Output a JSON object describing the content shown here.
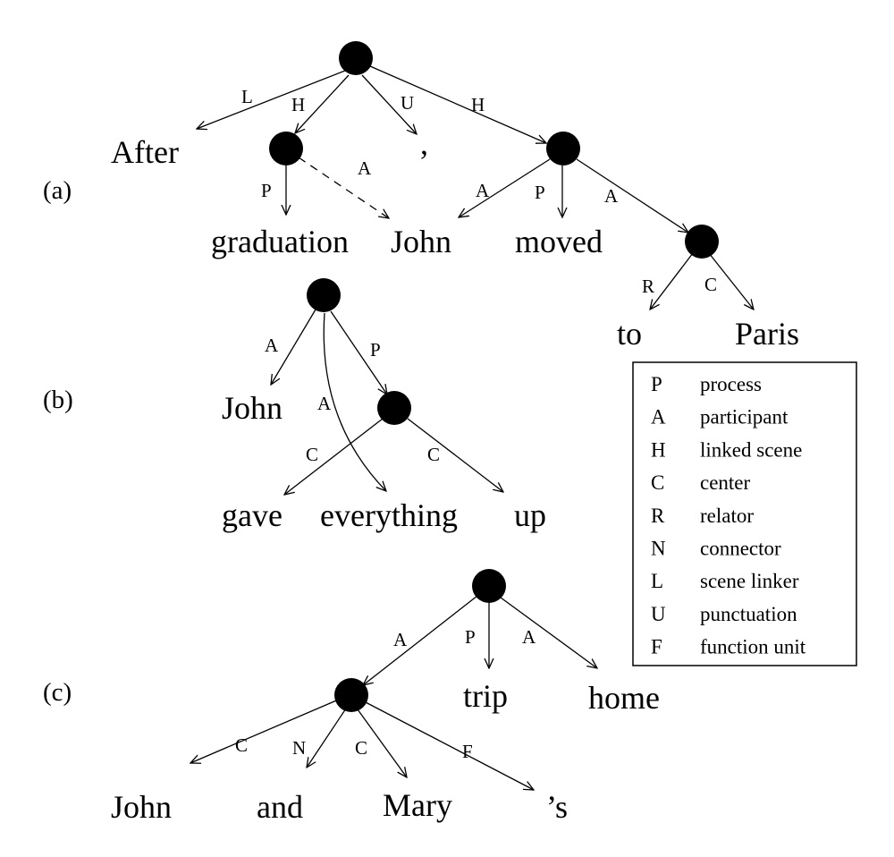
{
  "panels": {
    "a": "(a)",
    "b": "(b)",
    "c": "(c)"
  },
  "words": {
    "a_after": "After",
    "a_graduation": "graduation",
    "a_comma": ",",
    "a_john": "John",
    "a_moved": "moved",
    "a_to": "to",
    "a_paris": "Paris",
    "b_john": "John",
    "b_gave": "gave",
    "b_everything": "everything",
    "b_up": "up",
    "c_trip": "trip",
    "c_home": "home",
    "c_john": "John",
    "c_and": "and",
    "c_mary": "Mary",
    "c_s": "’s"
  },
  "edge_labels": {
    "a_root_after": "L",
    "a_root_n1": "H",
    "a_root_comma": "U",
    "a_root_n2": "H",
    "a_n1_graduation": "P",
    "a_n1_john": "A",
    "a_n2_john": "A",
    "a_n2_moved": "P",
    "a_n2_n3": "A",
    "a_n3_to": "R",
    "a_n3_paris": "C",
    "b_root_john": "A",
    "b_root_everything": "A",
    "b_root_n1": "P",
    "b_n1_gave": "C",
    "b_n1_up": "C",
    "c_root_n1": "A",
    "c_root_trip": "P",
    "c_root_home": "A",
    "c_n1_john": "C",
    "c_n1_and": "N",
    "c_n1_mary": "C",
    "c_n1_s": "F"
  },
  "legend": [
    {
      "key": "P",
      "desc": "process"
    },
    {
      "key": "A",
      "desc": "participant"
    },
    {
      "key": "H",
      "desc": "linked scene"
    },
    {
      "key": "C",
      "desc": "center"
    },
    {
      "key": "R",
      "desc": "relator"
    },
    {
      "key": "N",
      "desc": "connector"
    },
    {
      "key": "L",
      "desc": "scene linker"
    },
    {
      "key": "U",
      "desc": "punctuation"
    },
    {
      "key": "F",
      "desc": "function unit"
    }
  ]
}
